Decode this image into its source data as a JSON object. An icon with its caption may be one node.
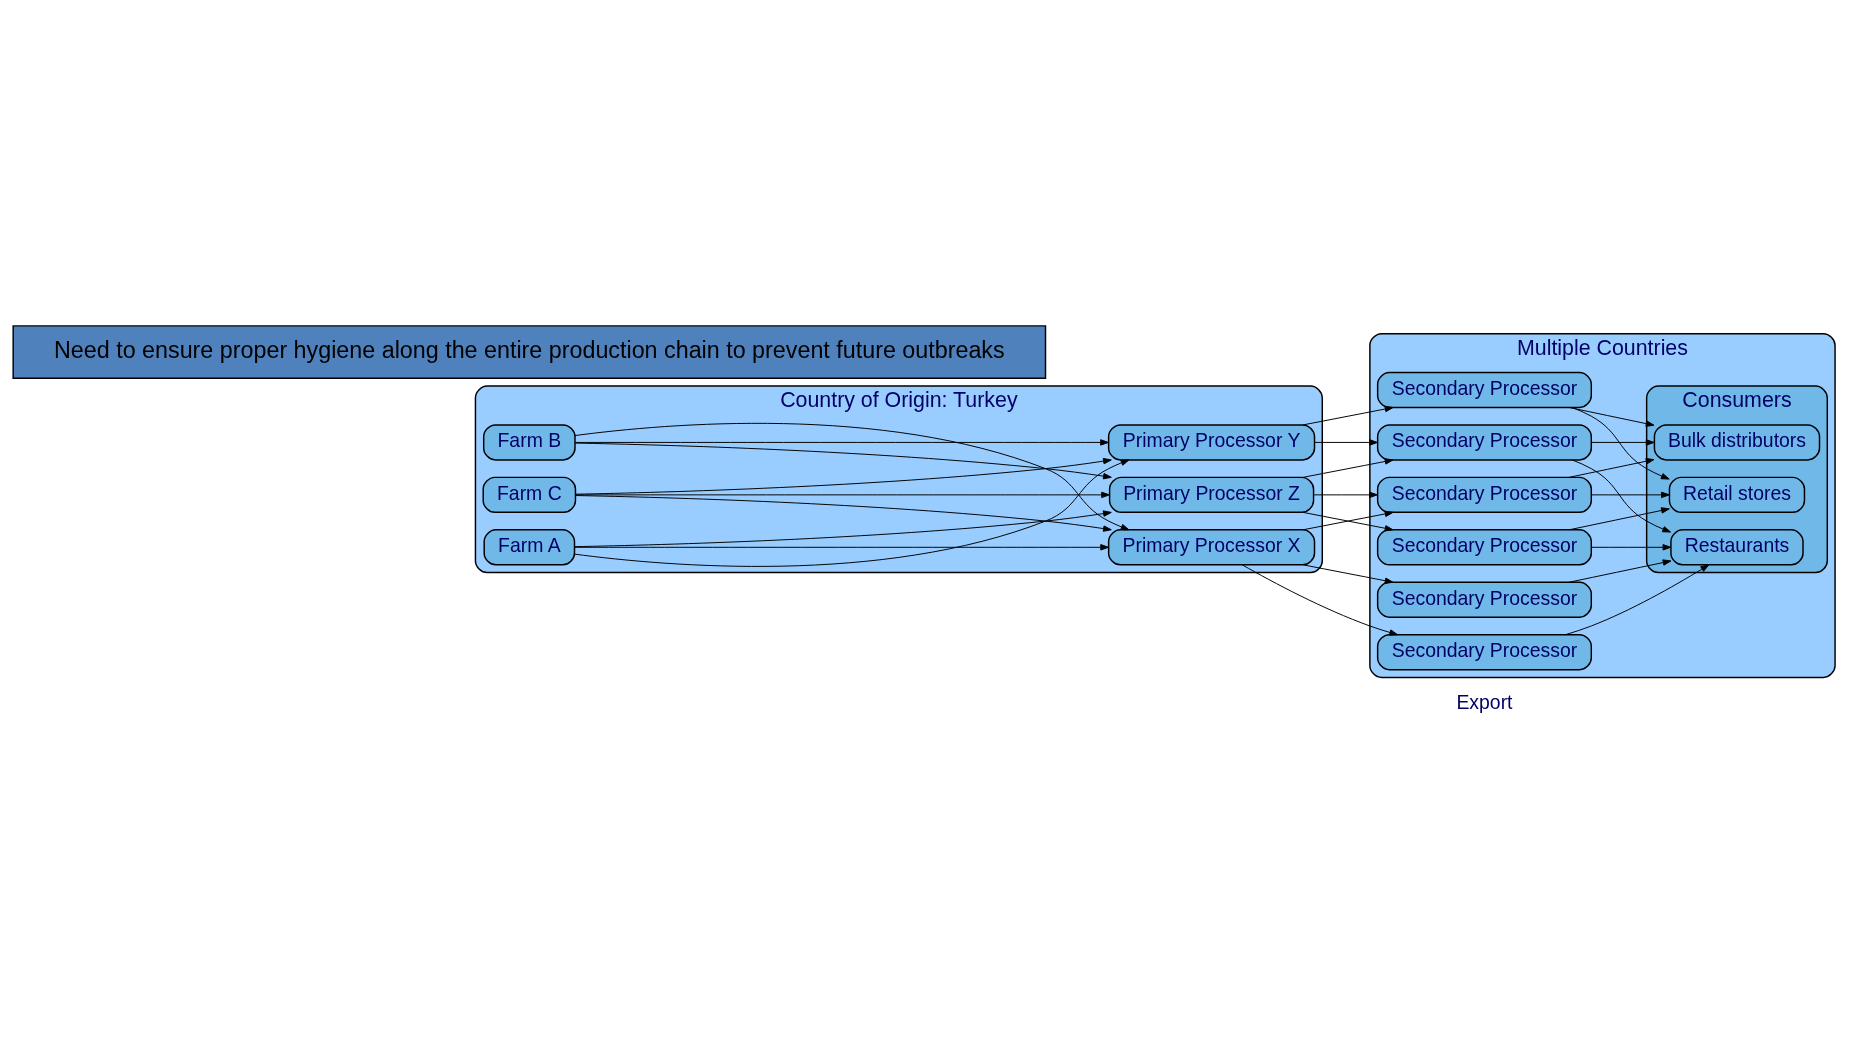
{
  "diagram": {
    "nodes": [
      {
        "text": [
          "Country of Origin: Turkey"
        ]
      },
      {
        "text": [
          "Farm A"
        ],
        "in": 0
      },
      {
        "text": [
          "Farm B"
        ],
        "in": 0
      },
      {
        "text": [
          "Farm C"
        ],
        "in": 0
      },
      {
        "text": [
          "Primary Processor X"
        ],
        "in": 0
      },
      {
        "text": [
          "Primary Processor Y"
        ],
        "in": 0
      },
      {
        "text": [
          "Primary Processor Z"
        ],
        "in": 0
      },
      {
        "text": [
          "Multiple Countries"
        ]
      },
      {
        "text": [
          "Secondary Processor"
        ],
        "in": 7
      },
      {
        "text": [
          "Secondary Processor"
        ],
        "in": 7
      },
      {
        "text": [
          "Secondary Processor"
        ],
        "in": 7
      },
      {
        "text": [
          "Secondary Processor"
        ],
        "in": 7
      },
      {
        "text": [
          "Secondary Processor"
        ],
        "in": 7
      },
      {
        "text": [
          "Secondary Processor"
        ],
        "in": 7
      },
      {
        "text": [
          "Consumers"
        ],
        "in": 7
      },
      {
        "text": [
          "Restaurants"
        ],
        "in": 14
      },
      {
        "text": [
          "Bulk distributors"
        ],
        "in": 14
      },
      {
        "text": [
          "Retail stores"
        ],
        "in": 14
      },
      {
        "text": [
          "Need to ensure proper hygiene along the entire production chain to prevent future outbreaks"
        ]
      }
    ],
    "edges": [
      {
        "from": 1,
        "to": 4,
        "arrow": "to"
      },
      {
        "from": 1,
        "to": 5,
        "arrow": "to"
      },
      {
        "from": 1,
        "to": 6,
        "arrow": "to"
      },
      {
        "from": 2,
        "to": 4,
        "arrow": "to"
      },
      {
        "from": 2,
        "to": 5,
        "arrow": "to"
      },
      {
        "from": 2,
        "to": 6,
        "arrow": "to"
      },
      {
        "from": 3,
        "to": 4,
        "arrow": "to"
      },
      {
        "from": 3,
        "to": 5,
        "arrow": "to"
      },
      {
        "from": 3,
        "to": 6,
        "arrow": "to"
      },
      {
        "from": 4,
        "to": 8,
        "arrow": "to"
      },
      {
        "from": 4,
        "to": 9,
        "arrow": "to"
      },
      {
        "from": 4,
        "to": 12,
        "arrow": "to"
      },
      {
        "from": 5,
        "to": 10,
        "arrow": "to"
      },
      {
        "from": 5,
        "to": 11,
        "arrow": "to"
      },
      {
        "from": 6,
        "to": 10,
        "arrow": "to"
      },
      {
        "from": 6,
        "to": 12,
        "arrow": "to"
      },
      {
        "from": 6,
        "to": 13,
        "arrow": "to"
      },
      {
        "from": 8,
        "to": 15,
        "arrow": "to"
      },
      {
        "from": 9,
        "to": 15,
        "arrow": "to"
      },
      {
        "from": 10,
        "to": 15,
        "arrow": "to"
      },
      {
        "from": 10,
        "to": 16,
        "arrow": "to"
      },
      {
        "from": 11,
        "to": 16,
        "arrow": "to"
      },
      {
        "from": 11,
        "to": 17,
        "arrow": "to"
      },
      {
        "from": 12,
        "to": 16,
        "arrow": "to"
      },
      {
        "from": 12,
        "to": 17,
        "arrow": "to"
      },
      {
        "from": 13,
        "to": 15,
        "arrow": "to"
      },
      {
        "from": 13,
        "to": 17,
        "arrow": "to"
      }
    ],
    "labels": [
      "Export"
    ]
  }
}
